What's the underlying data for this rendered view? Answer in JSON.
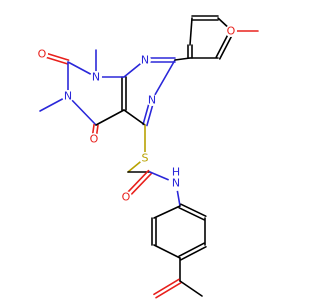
{
  "colors": {
    "carbon": "#000000",
    "oxygen": "#e8201c",
    "nitrogen": "#2a27d9",
    "sulfur": "#b8a200",
    "background": "#ffffff"
  },
  "atom_labels": {
    "n1": "N",
    "n3": "N",
    "n5": "N",
    "n8": "N",
    "o2": "O",
    "o4": "O",
    "s": "S",
    "o_amide": "O",
    "nh": "H",
    "nh_n": "N",
    "o_methoxy": "O"
  }
}
